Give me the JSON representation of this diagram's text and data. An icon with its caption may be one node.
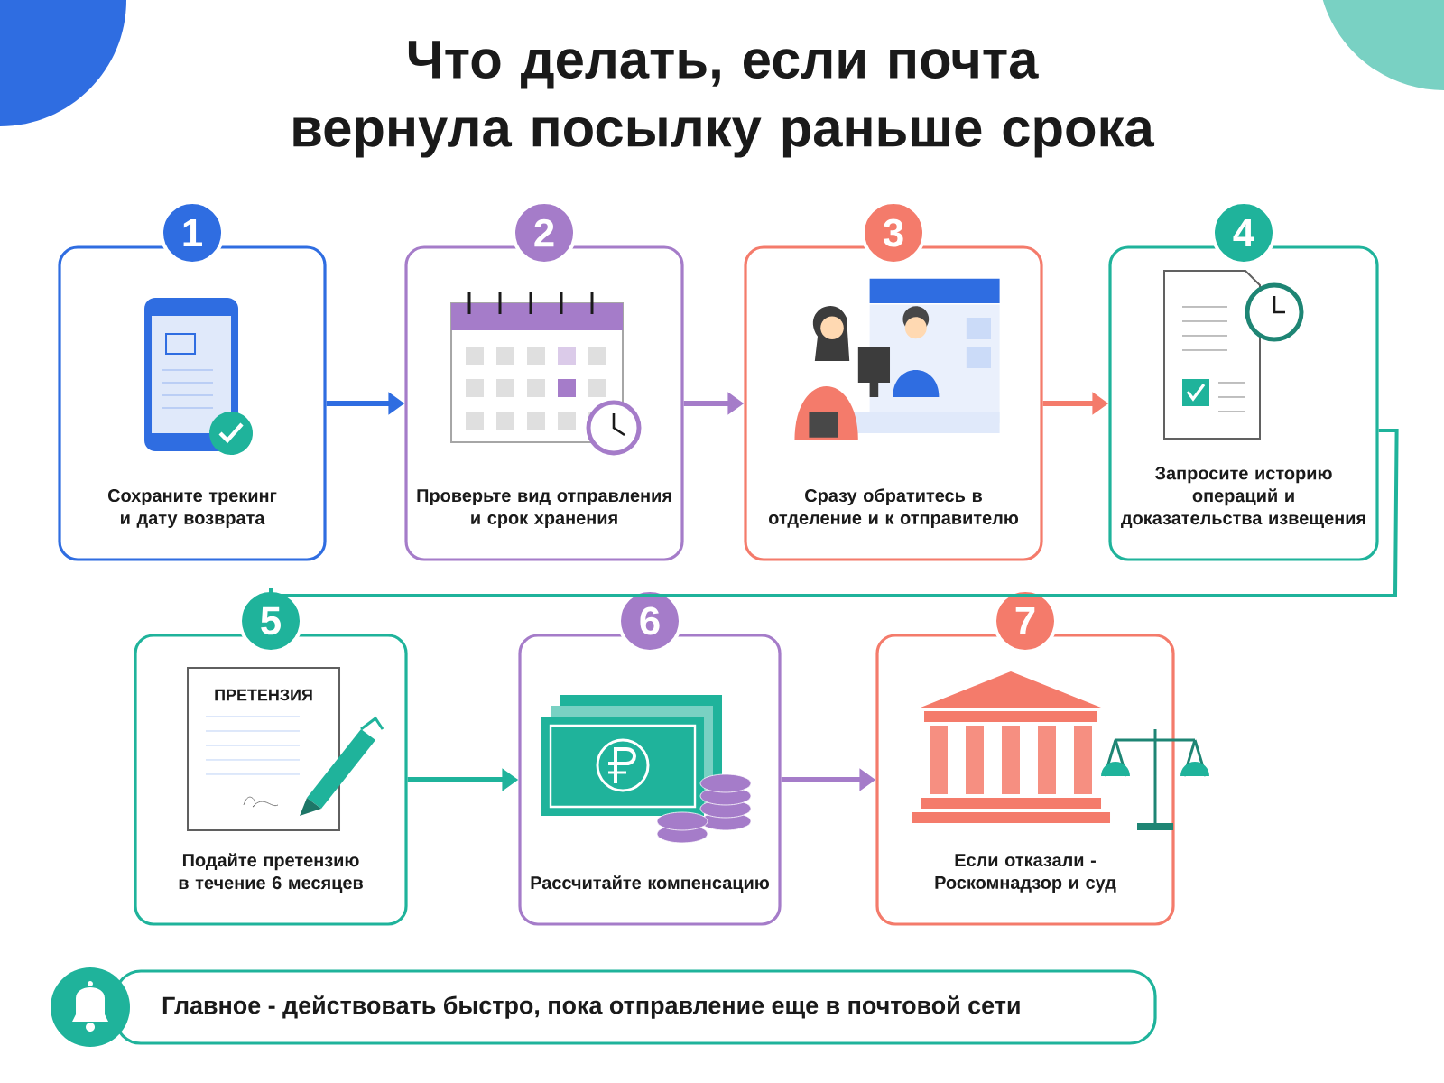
{
  "diagram": {
    "title": "Что делать, если почта вернула посылку раньше срока",
    "nodes": [
      {
        "text": [
          "1",
          "Сохраните трекинг и дату возврата"
        ]
      },
      {
        "text": [
          "2",
          "Проверьте вид отправления и срок хранения"
        ]
      },
      {
        "text": [
          "3",
          "Сразу обратитесь в отделение и к отправителю"
        ]
      },
      {
        "text": [
          "4",
          "Запросите историю операций и доказательства извещения"
        ]
      },
      {
        "text": [
          "5",
          "Подайте претензию в течение 6 месяцев"
        ]
      },
      {
        "text": [
          "6",
          "Рассчитайте компенсацию"
        ]
      },
      {
        "text": [
          "7",
          "Если отказали - Роскомнадзор и суд"
        ]
      },
      {
        "text": [
          "Главное - действовать быстро, пока отправление еще в почтовой сети"
        ]
      }
    ],
    "edges": [
      {
        "from": 0,
        "to": 1,
        "arrow": "to",
        "color": "#2f6de1"
      },
      {
        "from": 1,
        "to": 2,
        "arrow": "to",
        "color": "#a57cc9"
      },
      {
        "from": 2,
        "to": 3,
        "arrow": "to",
        "color": "#f47b6b"
      },
      {
        "from": 3,
        "to": 4,
        "arrow": "none",
        "color": "#1fb39b"
      },
      {
        "from": 4,
        "to": 5,
        "arrow": "to",
        "color": "#1fb39b"
      },
      {
        "from": 5,
        "to": 6,
        "arrow": "to",
        "color": "#a57cc9"
      }
    ],
    "labels": [
      "ПРЕТЕНЗИЯ"
    ]
  }
}
